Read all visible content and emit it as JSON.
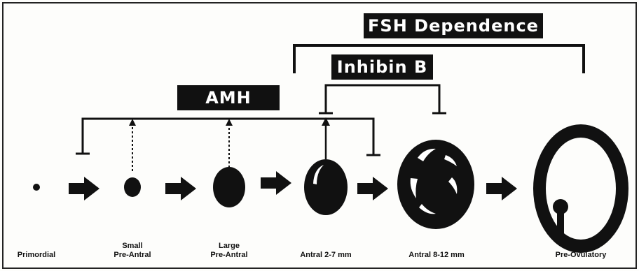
{
  "labels": {
    "fsh": "FSH Dependence",
    "inhibin": "Inhibin B",
    "amh": "AMH"
  },
  "stages": [
    {
      "line1": "",
      "line2": "Primordial"
    },
    {
      "line1": "Small",
      "line2": "Pre-Antral"
    },
    {
      "line1": "Large",
      "line2": "Pre-Antral"
    },
    {
      "line1": "",
      "line2": "Antral 2-7 mm"
    },
    {
      "line1": "",
      "line2": "Antral 8-12 mm"
    },
    {
      "line1": "",
      "line2": "Pre-Ovulatory"
    }
  ],
  "colors": {
    "ink": "#111111",
    "background": "#fdfdfb"
  }
}
